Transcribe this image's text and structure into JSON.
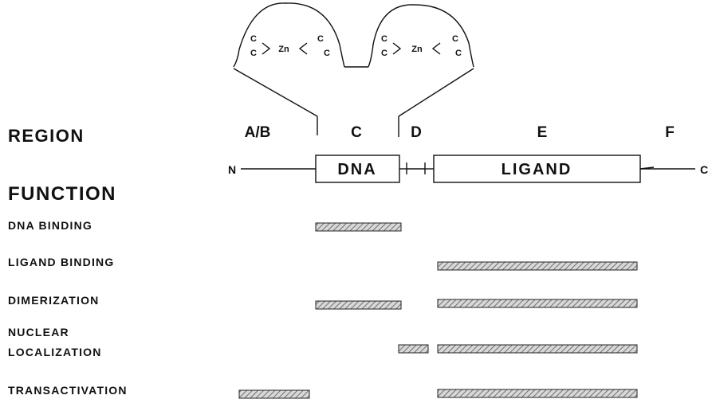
{
  "headings": {
    "region": "REGION",
    "function": "FUNCTION"
  },
  "regions": [
    "A/B",
    "C",
    "D",
    "E",
    "F"
  ],
  "termini": {
    "n": "N",
    "c": "C"
  },
  "boxes": {
    "dna": "DNA",
    "ligand": "LIGAND"
  },
  "zinc_fingers": [
    {
      "left": [
        "C",
        "C"
      ],
      "center": "Zn",
      "right": [
        "C",
        "C"
      ]
    },
    {
      "left": [
        "C",
        "C"
      ],
      "center": "Zn",
      "right": [
        "C",
        "C"
      ]
    }
  ],
  "functions": [
    {
      "lines": [
        "DNA BINDING"
      ],
      "spans": [
        [
          "C"
        ]
      ]
    },
    {
      "lines": [
        "LIGAND BINDING"
      ],
      "spans": [
        [
          "E"
        ]
      ]
    },
    {
      "lines": [
        "DIMERIZATION"
      ],
      "spans": [
        [
          "C"
        ],
        [
          "E"
        ]
      ]
    },
    {
      "lines": [
        "NUCLEAR",
        "LOCALIZATION"
      ],
      "spans": [
        [
          "D"
        ],
        [
          "E"
        ]
      ]
    },
    {
      "lines": [
        "TRANSACTIVATION"
      ],
      "spans": [
        [
          "A/B"
        ],
        [
          "E"
        ]
      ]
    }
  ]
}
